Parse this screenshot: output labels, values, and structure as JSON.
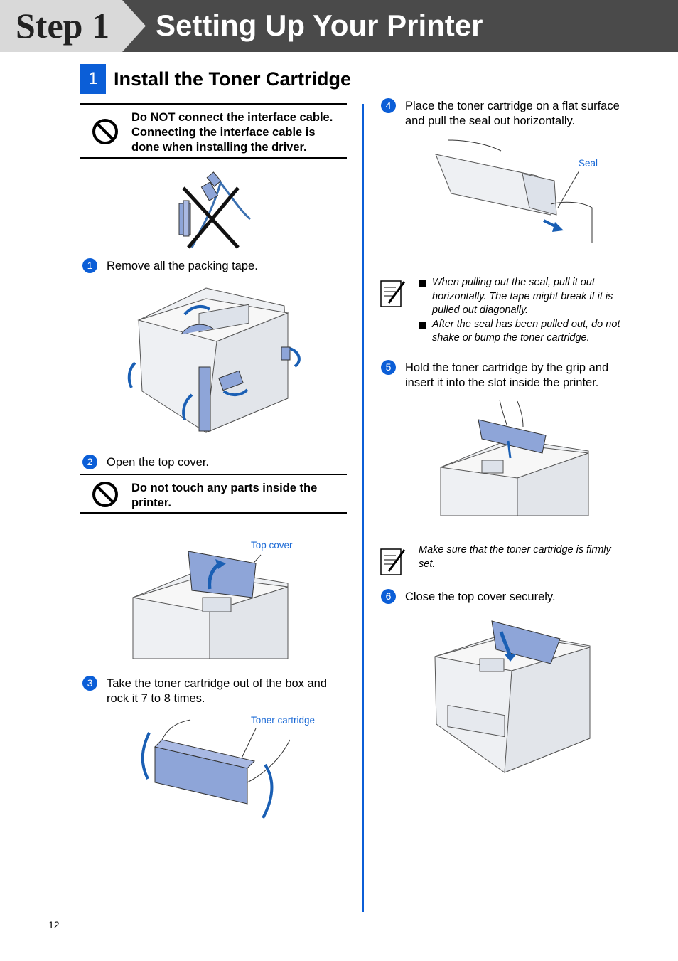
{
  "header": {
    "step_label": "Step 1",
    "title": "Setting Up Your Printer"
  },
  "section": {
    "number": "1",
    "title": "Install the Toner Cartridge"
  },
  "warnings": {
    "interface_cable": [
      "Do NOT connect the interface cable.",
      "Connecting the interface cable is",
      "done when installing the driver."
    ],
    "do_not_touch": [
      "Do not touch any parts inside the",
      "printer."
    ]
  },
  "steps": [
    {
      "num": "1",
      "lines": [
        "Remove all the packing tape."
      ]
    },
    {
      "num": "2",
      "lines": [
        "Open the top cover."
      ]
    },
    {
      "num": "3",
      "lines": [
        "Take the toner cartridge out of the box and",
        "rock it 7 to 8 times."
      ]
    },
    {
      "num": "4",
      "lines": [
        "Place the toner cartridge on a flat surface",
        "and pull the seal out horizontally."
      ]
    },
    {
      "num": "5",
      "lines": [
        "Hold the toner cartridge by the grip and",
        "insert it into the slot inside the printer."
      ]
    },
    {
      "num": "6",
      "lines": [
        "Close the top cover securely."
      ]
    }
  ],
  "labels": {
    "top_cover": "Top cover",
    "toner_cartridge": "Toner cartridge",
    "seal": "Seal"
  },
  "notes": {
    "seal_bullets": [
      [
        "When pulling out the seal, pull it out",
        "horizontally. The tape might break if it is",
        "pulled out diagonally."
      ],
      [
        "After the seal has been pulled out, do not",
        "shake or bump the toner cartridge."
      ]
    ],
    "firmly_set": [
      "Make sure that the toner cartridge is firmly",
      "set."
    ]
  },
  "page_number": "12",
  "colors": {
    "accent_blue": "#0b5ed7",
    "header_dark": "#4a4a4a",
    "header_tab": "#d9d9d9"
  }
}
